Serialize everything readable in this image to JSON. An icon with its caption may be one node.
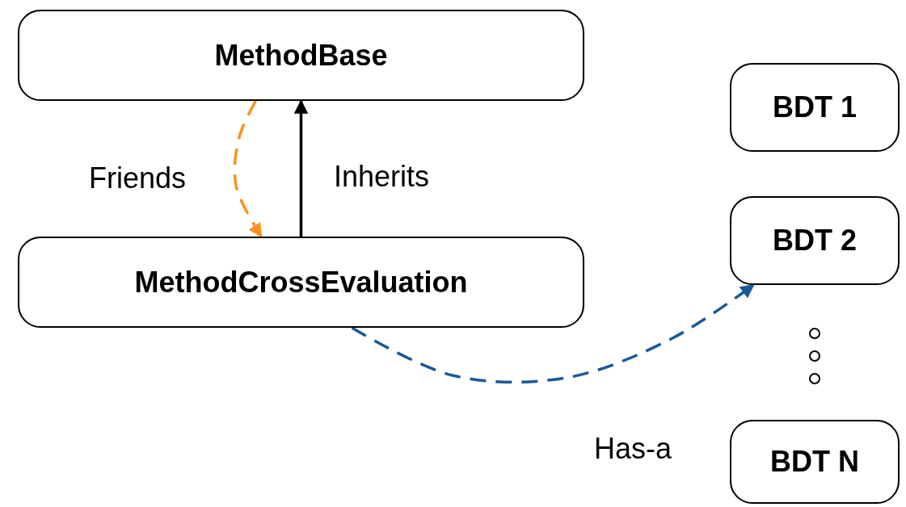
{
  "diagram": {
    "nodes": [
      {
        "text": [
          "MethodBase"
        ]
      },
      {
        "text": [
          "MethodCrossEvaluation"
        ]
      },
      {
        "text": [
          "BDT 1"
        ]
      },
      {
        "text": [
          "BDT 2"
        ]
      },
      {
        "text": [
          "BDT N"
        ]
      }
    ],
    "edges": [
      {
        "from": 0,
        "to": 1,
        "arrow": "to",
        "label": "Friends",
        "style": "dashed",
        "color": "#f7941d"
      },
      {
        "from": 1,
        "to": 0,
        "arrow": "to",
        "label": "Inherits",
        "color": "#000000"
      },
      {
        "from": 1,
        "to": 3,
        "arrow": "to",
        "label": "Has-a",
        "style": "dashed",
        "color": "#1a5a96"
      }
    ]
  }
}
